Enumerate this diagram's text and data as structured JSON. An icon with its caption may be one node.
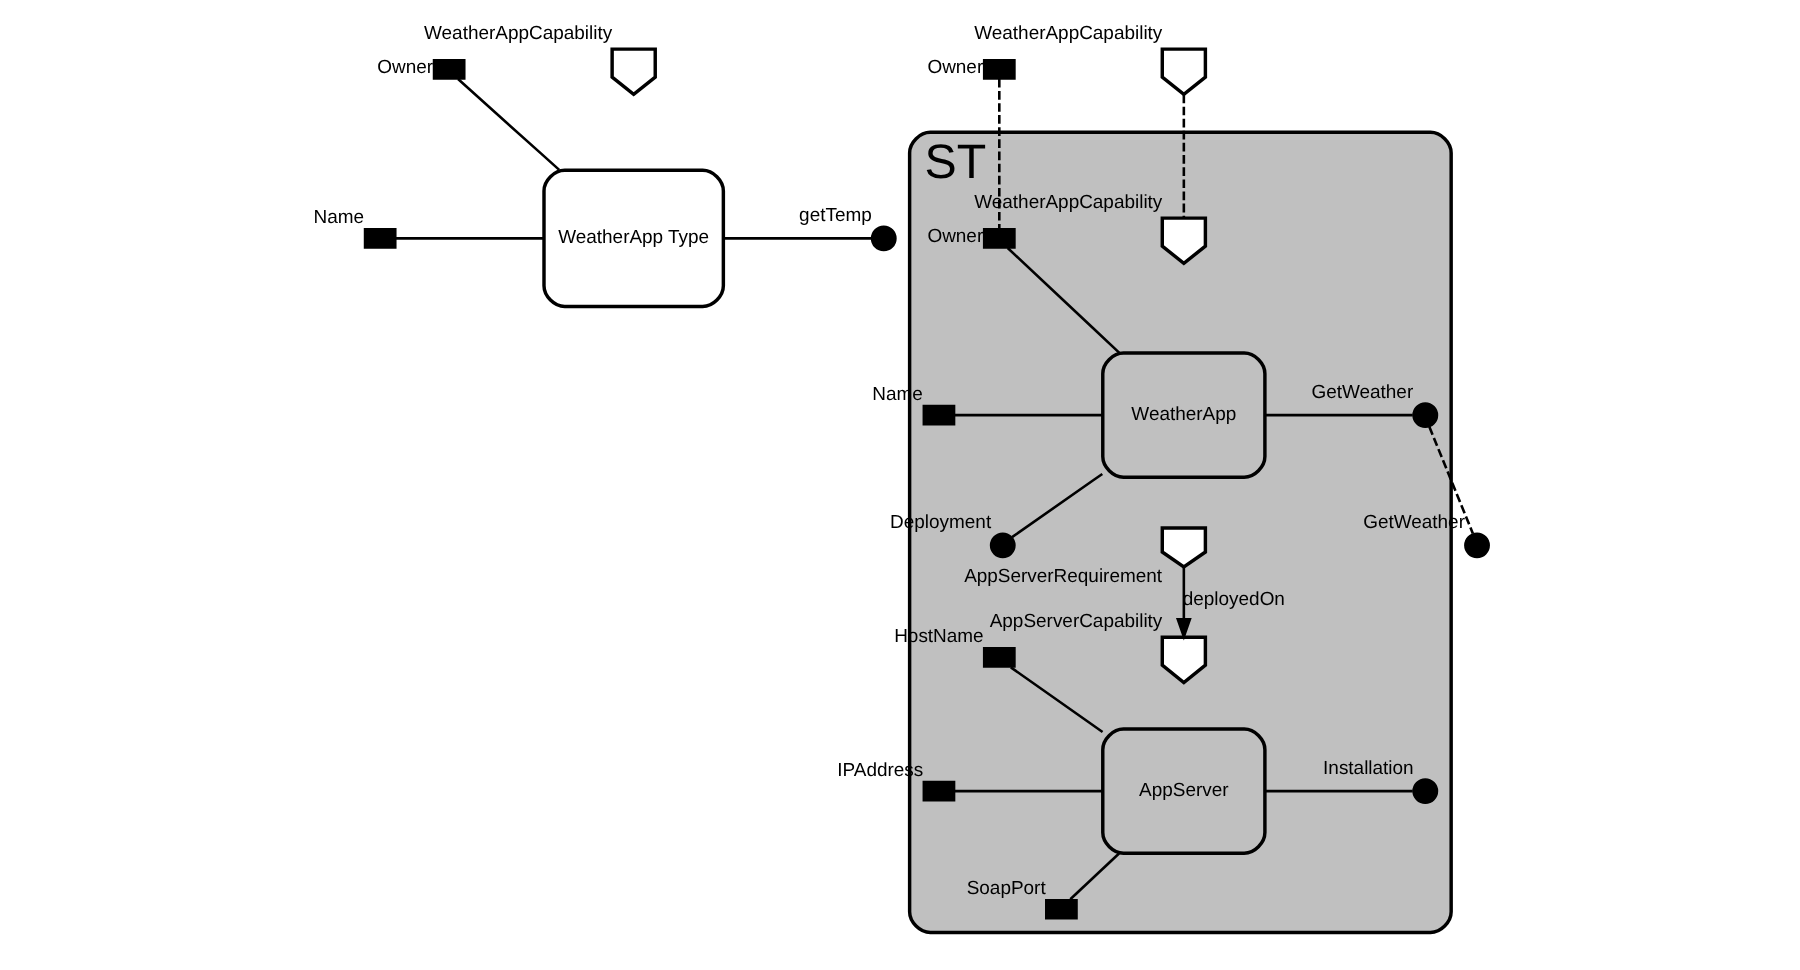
{
  "diagram": {
    "nodes": [
      {
        "text": [
          "WeatherApp Type"
        ]
      },
      {
        "text": [
          "WeatherAppCapability"
        ]
      },
      {
        "text": [
          "Owner"
        ]
      },
      {
        "text": [
          "Name"
        ]
      },
      {
        "text": [
          "getTemp"
        ]
      },
      {
        "text": [
          "ST"
        ]
      },
      {
        "text": [
          "WeatherAppCapability"
        ]
      },
      {
        "text": [
          "Owner"
        ]
      },
      {
        "text": [
          "GetWeather"
        ]
      },
      {
        "text": [
          "WeatherApp"
        ],
        "in": 5
      },
      {
        "text": [
          "WeatherAppCapability"
        ],
        "in": 5
      },
      {
        "text": [
          "Owner"
        ],
        "in": 5
      },
      {
        "text": [
          "Name"
        ],
        "in": 5
      },
      {
        "text": [
          "GetWeather"
        ],
        "in": 5
      },
      {
        "text": [
          "Deployment"
        ],
        "in": 5
      },
      {
        "text": [
          "AppServerRequirement"
        ],
        "in": 5
      },
      {
        "text": [
          "AppServer"
        ],
        "in": 5
      },
      {
        "text": [
          "AppServerCapability"
        ],
        "in": 5
      },
      {
        "text": [
          "HostName"
        ],
        "in": 5
      },
      {
        "text": [
          "IPAddress"
        ],
        "in": 5
      },
      {
        "text": [
          "SoapPort"
        ],
        "in": 5
      },
      {
        "text": [
          "Installation"
        ],
        "in": 5
      }
    ],
    "edges": [
      {
        "from": 2,
        "to": 0,
        "arrow": "none"
      },
      {
        "from": 3,
        "to": 0,
        "arrow": "none"
      },
      {
        "from": 0,
        "to": 4,
        "arrow": "none"
      },
      {
        "from": 6,
        "to": 10,
        "arrow": "none",
        "style": "dashed"
      },
      {
        "from": 7,
        "to": 11,
        "arrow": "none",
        "style": "dashed"
      },
      {
        "from": 11,
        "to": 9,
        "arrow": "none"
      },
      {
        "from": 12,
        "to": 9,
        "arrow": "none"
      },
      {
        "from": 9,
        "to": 13,
        "arrow": "none"
      },
      {
        "from": 9,
        "to": 14,
        "arrow": "none"
      },
      {
        "from": 13,
        "to": 8,
        "arrow": "none",
        "style": "dashed"
      },
      {
        "from": 15,
        "to": 17,
        "arrow": "to",
        "label": "deployedOn"
      },
      {
        "from": 18,
        "to": 16,
        "arrow": "none"
      },
      {
        "from": 19,
        "to": 16,
        "arrow": "none"
      },
      {
        "from": 20,
        "to": 16,
        "arrow": "none"
      },
      {
        "from": 16,
        "to": 21,
        "arrow": "none"
      }
    ]
  }
}
